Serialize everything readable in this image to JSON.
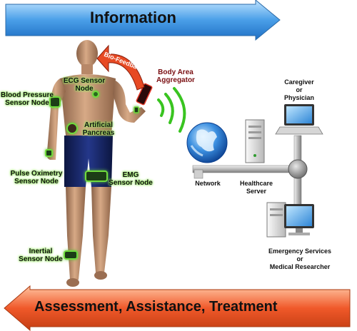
{
  "top_banner": {
    "label": "Information",
    "color": "#4a9fe8"
  },
  "bottom_banner": {
    "label": "Assessment, Assistance, Treatment",
    "color": "#f0592a"
  },
  "bio_feedback": {
    "label": "Bio-Feedback"
  },
  "aggregator": {
    "label": "Body Area\nAggregator"
  },
  "sensor_nodes": [
    {
      "key": "ecg",
      "label": "ECG Sensor\nNode"
    },
    {
      "key": "blood-pressure",
      "label": "Blood Pressure\nSensor Node"
    },
    {
      "key": "artificial-pancreas",
      "label": "Artificial\nPancreas"
    },
    {
      "key": "pulse-oximetry",
      "label": "Pulse Oximetry\nSensor Node"
    },
    {
      "key": "emg",
      "label": "EMG\nSensor Node"
    },
    {
      "key": "inertial",
      "label": "Inertial\nSensor Node"
    }
  ],
  "network": {
    "network_label": "Network",
    "server_label": "Healthcare\nServer",
    "caregiver_label": "Caregiver\nor\nPhysician",
    "emergency_label": "Emergency Services\nor\nMedical Researcher"
  },
  "colors": {
    "sensor_glow": "#6fdc3c",
    "wireless": "#39c420",
    "skin": "#c49572",
    "shorts": "#1b2a6b"
  }
}
